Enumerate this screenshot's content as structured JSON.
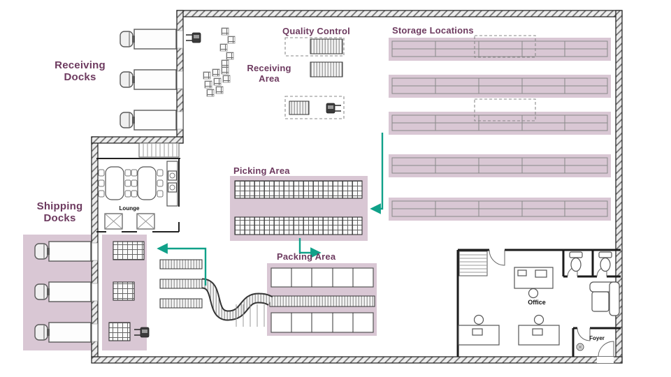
{
  "colors": {
    "zone_label": "#6d3a5f",
    "zone_fill": "#d9c7d4",
    "flow_arrow": "#10a189",
    "wall": "#1b1b1b"
  },
  "zones": {
    "receiving_docks": {
      "label": "Receiving\nDocks"
    },
    "shipping_docks": {
      "label": "Shipping\nDocks"
    },
    "quality_control": {
      "label": "Quality Control"
    },
    "receiving_area": {
      "label": "Receiving\nArea"
    },
    "storage_locations": {
      "label": "Storage Locations"
    },
    "picking_area": {
      "label": "Picking Area"
    },
    "packing_area": {
      "label": "Packing Area"
    }
  },
  "rooms": {
    "lounge": {
      "label": "Lounge"
    },
    "office": {
      "label": "Office"
    },
    "foyer": {
      "label": "Foyer"
    }
  }
}
